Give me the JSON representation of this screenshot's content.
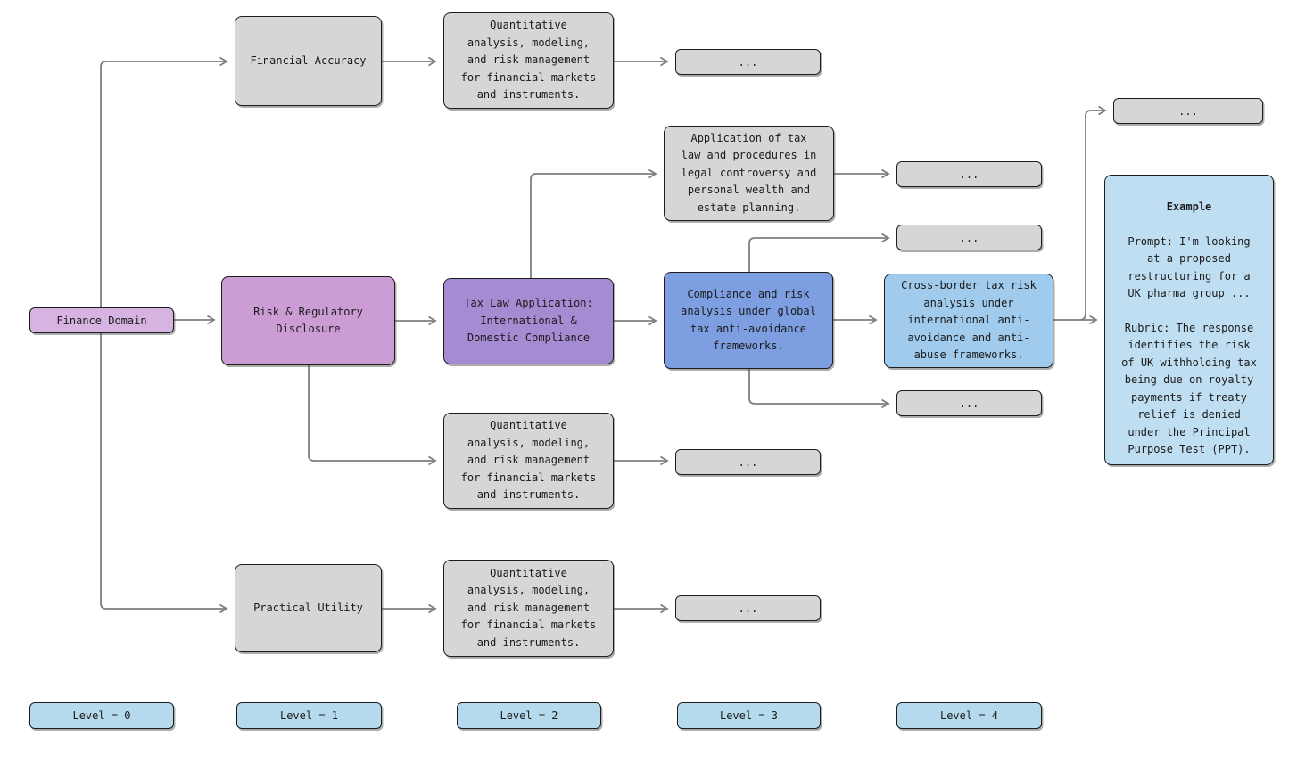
{
  "colors": {
    "node_gray": "#d6d6d6",
    "finance_domain_fill": "#d6b3e0",
    "risk_regulatory_fill": "#cb9dd4",
    "tax_law_fill": "#a58cd2",
    "compliance_fill": "#7d9fe2",
    "cross_border_fill": "#a0cbec",
    "example_fill": "#bfdef2",
    "legend_fill": "#b5daee",
    "edge_color": "#7f7f7f",
    "border_color": "#1c1c1c"
  },
  "nodes": {
    "finance_domain": {
      "label": "Finance Domain"
    },
    "financial_accuracy": {
      "label": "Financial Accuracy"
    },
    "quant_top": {
      "label": "Quantitative\nanalysis, modeling,\nand risk management\nfor financial markets\nand instruments."
    },
    "ellipsis_financial": {
      "label": "..."
    },
    "application_tax": {
      "label": "Application of tax\nlaw and procedures in\nlegal controversy and\npersonal wealth and\nestate planning."
    },
    "ellipsis_application": {
      "label": "..."
    },
    "risk_regulatory": {
      "label": "Risk & Regulatory\nDisclosure"
    },
    "tax_law": {
      "label": "Tax Law Application:\nInternational &\nDomestic Compliance"
    },
    "compliance": {
      "label": "Compliance and risk\nanalysis under global\ntax anti-avoidance\nframeworks."
    },
    "ellipsis_compliance_upper": {
      "label": "..."
    },
    "cross_border": {
      "label": "Cross-border tax risk\nanalysis under\ninternational anti-\navoidance and anti-\nabuse frameworks."
    },
    "ellipsis_compliance_lower": {
      "label": "..."
    },
    "ellipsis_cross_border": {
      "label": "..."
    },
    "example": {
      "title": "Example",
      "prompt": "Prompt: I'm looking\nat a proposed\nrestructuring for a\nUK pharma group ...",
      "rubric": "Rubric: The response\nidentifies the risk\nof UK withholding tax\nbeing due on royalty\npayments if treaty\nrelief is denied\nunder the Principal\nPurpose Test (PPT)."
    },
    "quant_middle": {
      "label": "Quantitative\nanalysis, modeling,\nand risk management\nfor financial markets\nand instruments."
    },
    "ellipsis_quant_middle": {
      "label": "..."
    },
    "practical_utility": {
      "label": "Practical Utility"
    },
    "quant_bottom": {
      "label": "Quantitative\nanalysis, modeling,\nand risk management\nfor financial markets\nand instruments."
    },
    "ellipsis_practical": {
      "label": "..."
    }
  },
  "legend": {
    "items": [
      {
        "label": "Level = 0"
      },
      {
        "label": "Level = 1"
      },
      {
        "label": "Level = 2"
      },
      {
        "label": "Level = 3"
      },
      {
        "label": "Level = 4"
      }
    ]
  }
}
